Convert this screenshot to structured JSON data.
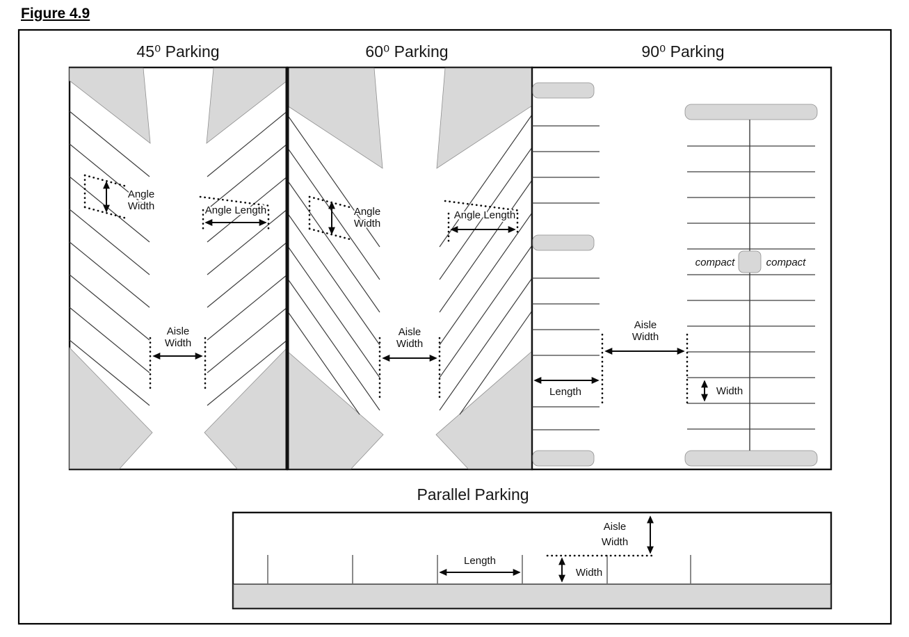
{
  "figure": {
    "title": "Figure 4.9"
  },
  "colors": {
    "shade": "#d8d8d8",
    "ink": "#0a0a0a"
  },
  "panels": {
    "p45": {
      "title": "45⁰ Parking",
      "angle_width": {
        "line1": "Angle",
        "line2": "Width"
      },
      "angle_length": "Angle Length",
      "aisle_width": {
        "line1": "Aisle",
        "line2": "Width"
      }
    },
    "p60": {
      "title": "60⁰ Parking",
      "angle_width": {
        "line1": "Angle",
        "line2": "Width"
      },
      "angle_length": "Angle Length",
      "aisle_width": {
        "line1": "Aisle",
        "line2": "Width"
      }
    },
    "p90": {
      "title": "90⁰ Parking",
      "aisle_width": {
        "line1": "Aisle",
        "line2": "Width"
      },
      "length": "Length",
      "width": "Width",
      "compact_left": "compact",
      "compact_right": "compact"
    },
    "parallel": {
      "title": "Parallel Parking",
      "aisle_width": {
        "line1": "Aisle",
        "line2": "Width"
      },
      "length": "Length",
      "width": "Width"
    }
  }
}
